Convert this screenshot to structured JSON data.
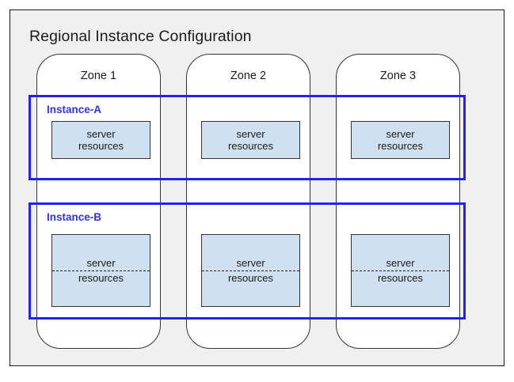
{
  "diagram": {
    "title": "Regional Instance Configuration",
    "background_color": "#f0f0f0",
    "accent_color": "#3333ee",
    "server_box_fill": "#cfe0f0"
  },
  "zones": [
    {
      "label": "Zone 1"
    },
    {
      "label": "Zone 2"
    },
    {
      "label": "Zone 3"
    }
  ],
  "instances": [
    {
      "label": "Instance-A",
      "style": "compact",
      "resources": [
        {
          "line1": "server",
          "line2": "resources"
        },
        {
          "line1": "server",
          "line2": "resources"
        },
        {
          "line1": "server",
          "line2": "resources"
        }
      ]
    },
    {
      "label": "Instance-B",
      "style": "split",
      "resources": [
        {
          "line1": "server",
          "line2": "resources"
        },
        {
          "line1": "server",
          "line2": "resources"
        },
        {
          "line1": "server",
          "line2": "resources"
        }
      ]
    }
  ]
}
